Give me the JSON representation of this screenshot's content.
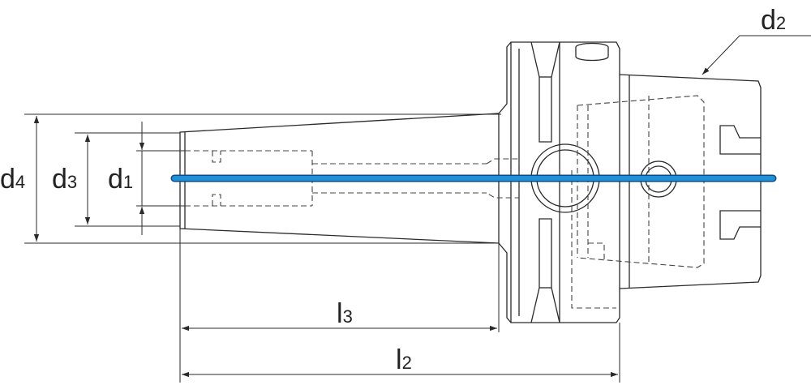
{
  "colors": {
    "line": "#2a2a2a",
    "hidden": "#444444",
    "axis": "#1f8fd6",
    "axis_outline": "#0b4a86",
    "background": "#ffffff"
  },
  "labels": {
    "d1": {
      "letter": "d",
      "index": "1"
    },
    "d2": {
      "letter": "d",
      "index": "2"
    },
    "d3": {
      "letter": "d",
      "index": "3"
    },
    "d4": {
      "letter": "d",
      "index": "4"
    },
    "l2": {
      "letter": "l",
      "index": "2"
    },
    "l3": {
      "letter": "l",
      "index": "3"
    }
  }
}
